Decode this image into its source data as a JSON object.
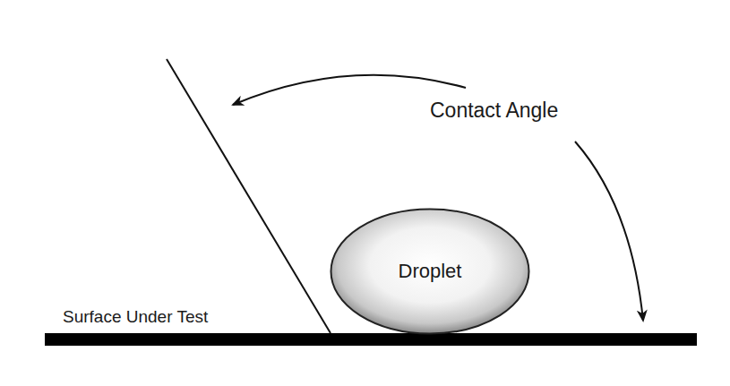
{
  "diagram": {
    "nodes": [
      {
        "text": [
          "Droplet"
        ]
      }
    ],
    "labels": [
      "Contact Angle",
      "Surface Under Test"
    ]
  }
}
